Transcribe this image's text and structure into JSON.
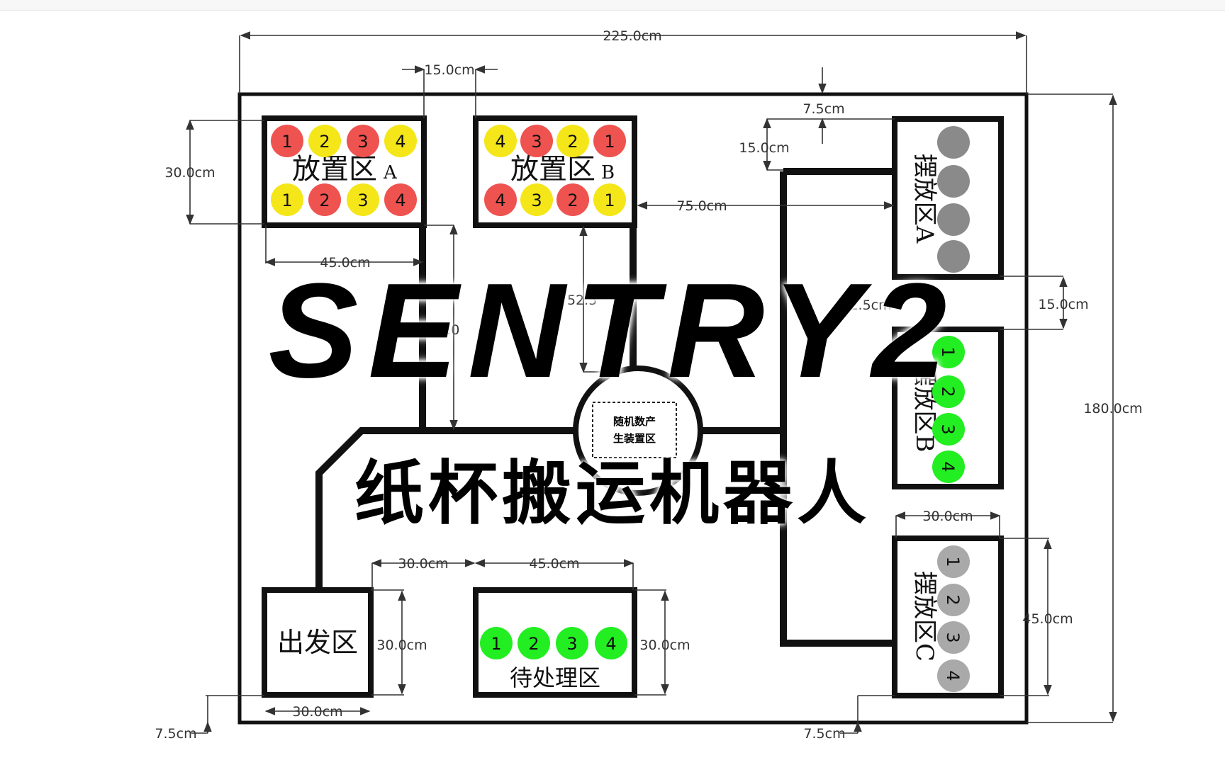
{
  "title": "SENTRY2",
  "subtitle": "纸杯搬运机器人",
  "dimensions": {
    "total_width": "225.0cm",
    "total_height": "180.0cm",
    "gap_ab": "15.0cm",
    "zone_a_height": "30.0cm",
    "zone_a_width": "45.0cm",
    "top_margin": "7.5cm",
    "placement_offset": "15.0cm",
    "zone_b_to_placement": "75.0cm",
    "vertical_60": "60.0",
    "vertical_52": "52.5",
    "horizontal_62": "62.5cm",
    "placement_gap": "15.0cm",
    "placement_c_width": "30.0cm",
    "placement_c_height": "45.0cm",
    "start_to_pending": "30.0cm",
    "pending_width": "45.0cm",
    "start_height": "30.0cm",
    "pending_height": "30.0cm",
    "start_width": "30.0cm",
    "bottom_left_margin": "7.5cm",
    "bottom_right_margin": "7.5cm"
  },
  "zones": {
    "zone_a": "放置区",
    "zone_a_suffix": "A",
    "zone_b": "放置区",
    "zone_b_suffix": "B",
    "placement_a": "摆放区A",
    "placement_b": "摆放区B",
    "placement_c": "摆放区C",
    "start": "出发区",
    "pending": "待处理区",
    "random_line1": "随机数产",
    "random_line2": "生装置区"
  },
  "cups": {
    "zone_a_top": [
      {
        "n": "1",
        "color": "#ef5350"
      },
      {
        "n": "2",
        "color": "#f5e61a"
      },
      {
        "n": "3",
        "color": "#ef5350"
      },
      {
        "n": "4",
        "color": "#f5e61a"
      }
    ],
    "zone_a_bottom": [
      {
        "n": "1",
        "color": "#f5e61a"
      },
      {
        "n": "2",
        "color": "#ef5350"
      },
      {
        "n": "3",
        "color": "#f5e61a"
      },
      {
        "n": "4",
        "color": "#ef5350"
      }
    ],
    "zone_b_top": [
      {
        "n": "4",
        "color": "#f5e61a"
      },
      {
        "n": "3",
        "color": "#ef5350"
      },
      {
        "n": "2",
        "color": "#f5e61a"
      },
      {
        "n": "1",
        "color": "#ef5350"
      }
    ],
    "zone_b_bottom": [
      {
        "n": "4",
        "color": "#ef5350"
      },
      {
        "n": "3",
        "color": "#f5e61a"
      },
      {
        "n": "2",
        "color": "#ef5350"
      },
      {
        "n": "1",
        "color": "#f5e61a"
      }
    ],
    "placement_a": [
      "",
      "",
      "",
      ""
    ],
    "placement_b": [
      "1",
      "2",
      "3",
      "4"
    ],
    "placement_c": [
      "1",
      "2",
      "3",
      "4"
    ],
    "pending": [
      "1",
      "2",
      "3",
      "4"
    ]
  },
  "colors": {
    "red": "#ef5350",
    "yellow": "#f5e61a",
    "green": "#22ee22",
    "gray": "#8a8a8a",
    "light_gray": "#a9a9a9"
  }
}
